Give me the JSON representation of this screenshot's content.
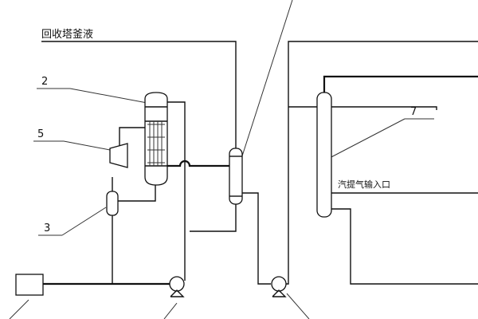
{
  "labels": {
    "recovery_bottoms": "回收塔釜液",
    "stripping_gas_inlet": "汽提气输入口",
    "num_2": "2",
    "num_5": "5",
    "num_3": "3",
    "num_7": "7"
  },
  "colors": {
    "line": "#111111",
    "background": "#ffffff"
  }
}
